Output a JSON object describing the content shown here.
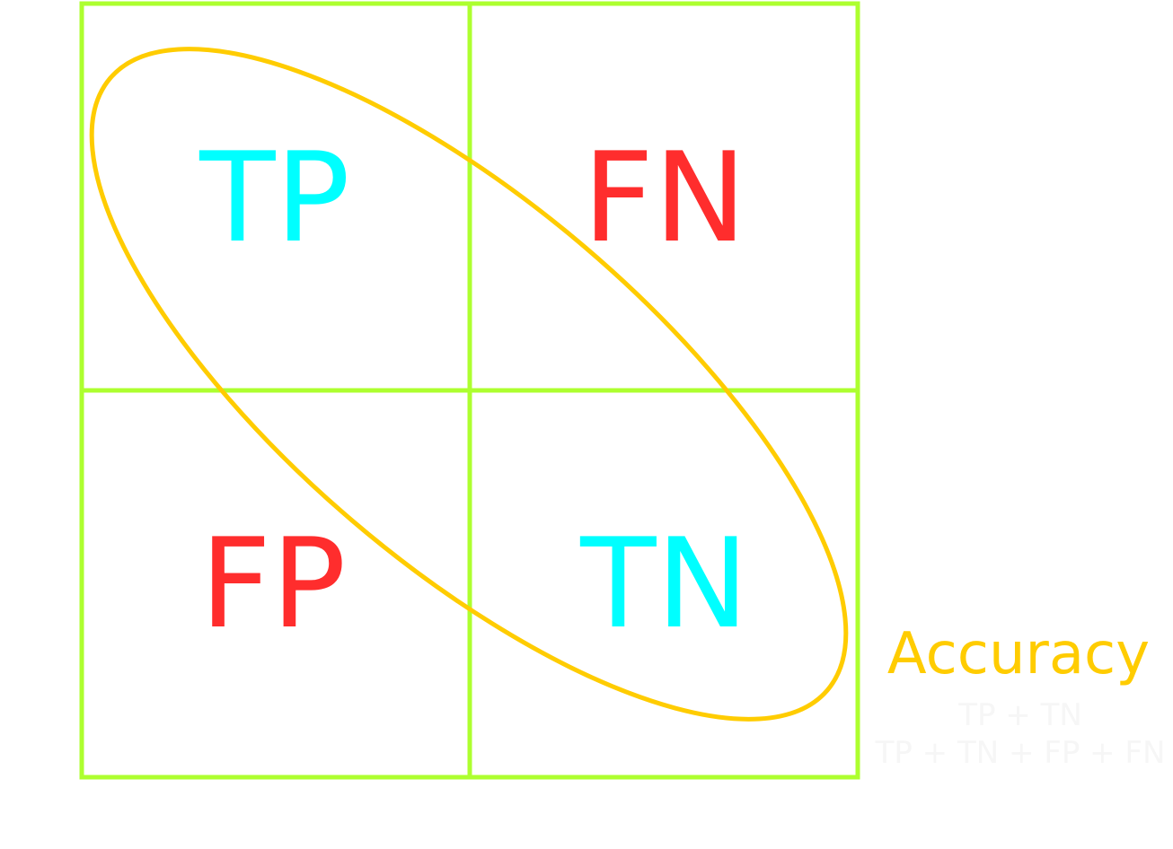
{
  "matrix": {
    "cells": {
      "top_left": "TP",
      "top_right": "FN",
      "bottom_left": "FP",
      "bottom_right": "TN"
    }
  },
  "accuracy": {
    "title": "Accuracy",
    "numerator": "TP + TN",
    "denominator": "TP + TN + FP  + FN"
  },
  "colors": {
    "grid": "#adff2f",
    "true_labels": "#00ffff",
    "false_labels": "#ff2d2d",
    "accuracy": "#ffcc00",
    "formula": "#f6f6f6"
  }
}
